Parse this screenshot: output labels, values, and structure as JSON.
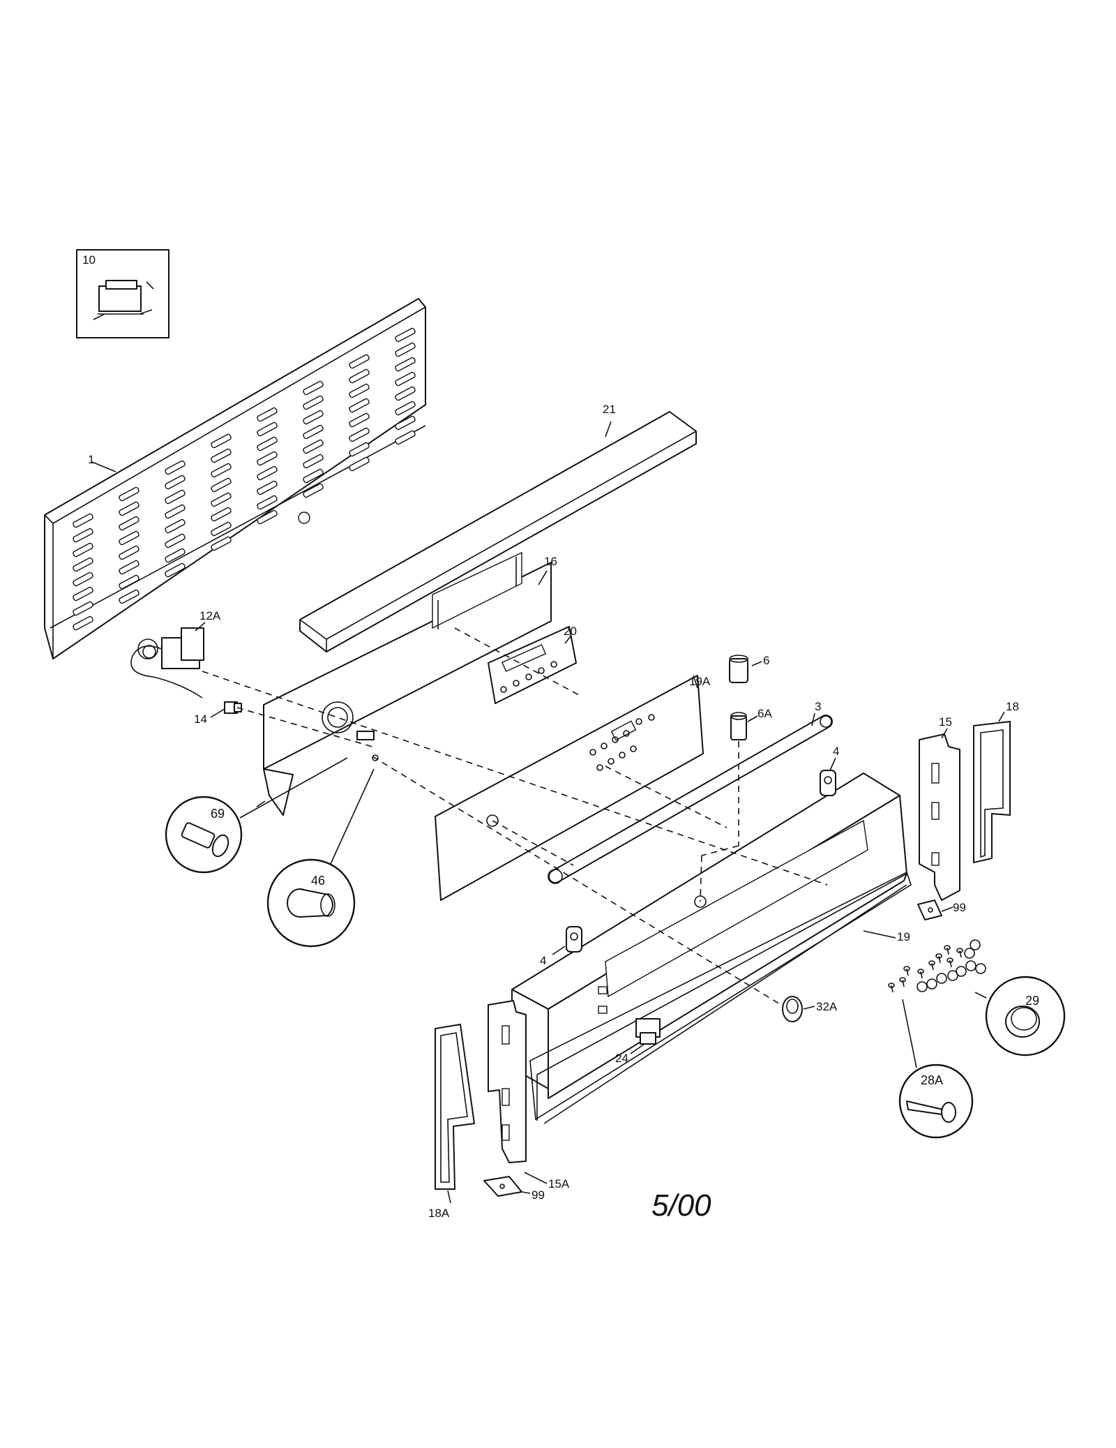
{
  "diagram": {
    "part_labels": {
      "p1": "1",
      "p3": "3",
      "p4a": "4",
      "p4b": "4",
      "p6": "6",
      "p6a": "6A",
      "p10": "10",
      "p12a": "12A",
      "p14": "14",
      "p15": "15",
      "p15a": "15A",
      "p16": "16",
      "p18": "18",
      "p18a": "18A",
      "p19": "19",
      "p19a": "19A",
      "p20": "20",
      "p21": "21",
      "p24": "24",
      "p28a": "28A",
      "p29": "29",
      "p32a": "32A",
      "p46": "46",
      "p69": "69",
      "p99a": "99",
      "p99b": "99"
    },
    "date_mark": "5/00"
  }
}
